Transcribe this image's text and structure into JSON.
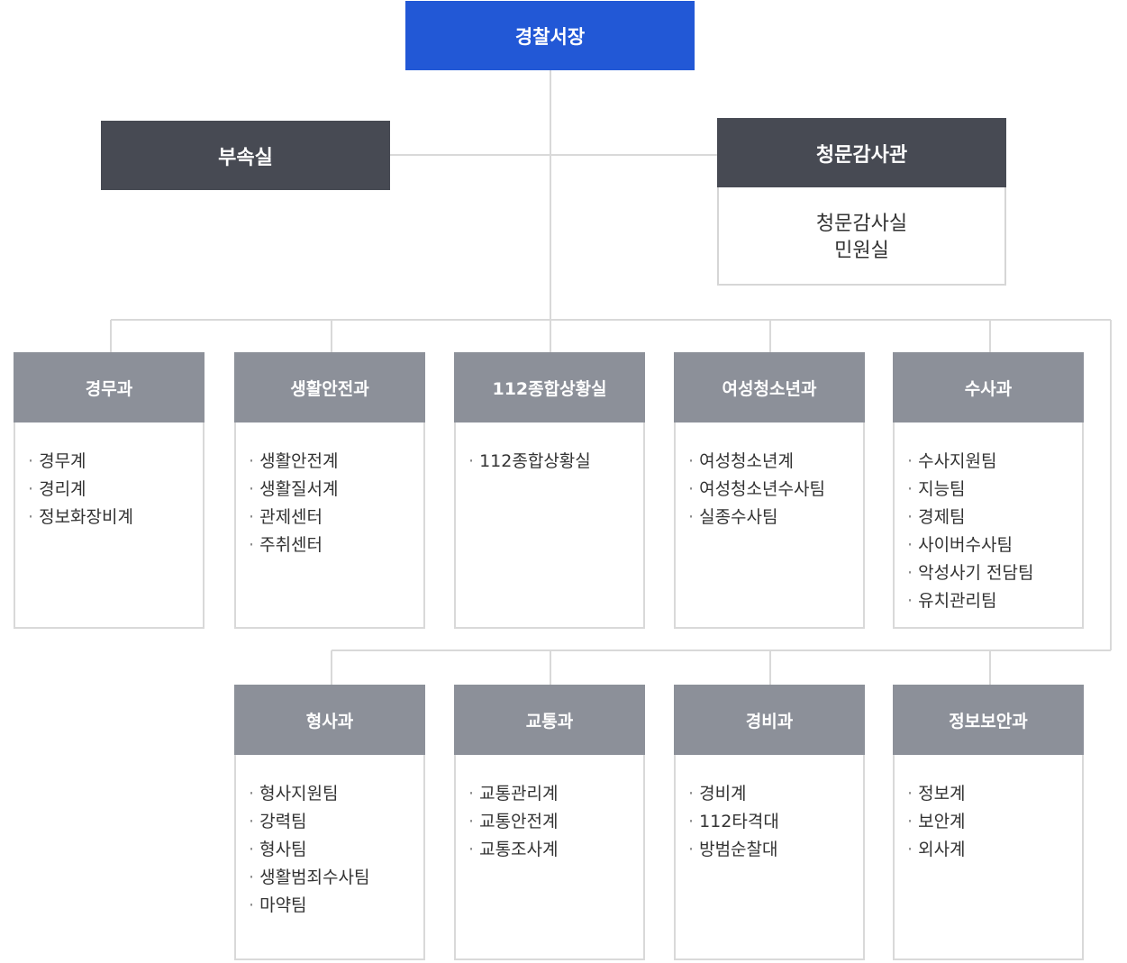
{
  "chief": {
    "label": "경찰서장"
  },
  "attached_office": {
    "label": "부속실"
  },
  "auditor": {
    "label": "청문감사관",
    "lines": [
      "청문감사실",
      "민원실"
    ]
  },
  "departments_row1": [
    {
      "label": "경무과",
      "items": [
        "경무계",
        "경리계",
        "정보화장비계"
      ]
    },
    {
      "label": "생활안전과",
      "items": [
        "생활안전계",
        "생활질서계",
        "관제센터",
        "주취센터"
      ]
    },
    {
      "label": "112종합상황실",
      "items": [
        "112종합상황실"
      ]
    },
    {
      "label": "여성청소년과",
      "items": [
        "여성청소년계",
        "여성청소년수사팀",
        "실종수사팀"
      ]
    },
    {
      "label": "수사과",
      "items": [
        "수사지원팀",
        "지능팀",
        "경제팀",
        "사이버수사팀",
        "악성사기 전담팀",
        "유치관리팀"
      ]
    }
  ],
  "departments_row2": [
    {
      "label": "형사과",
      "items": [
        "형사지원팀",
        "강력팀",
        "형사팀",
        "생활범죄수사팀",
        "마약팀"
      ]
    },
    {
      "label": "교통과",
      "items": [
        "교통관리계",
        "교통안전계",
        "교통조사계"
      ]
    },
    {
      "label": "경비과",
      "items": [
        "경비계",
        "112타격대",
        "방범순찰대"
      ]
    },
    {
      "label": "정보보안과",
      "items": [
        "정보계",
        "보안계",
        "외사계"
      ]
    }
  ],
  "colors": {
    "chief": "#2258d6",
    "dark": "#474a53",
    "dept_header": "#8c9099",
    "line": "#d9d9d9"
  }
}
